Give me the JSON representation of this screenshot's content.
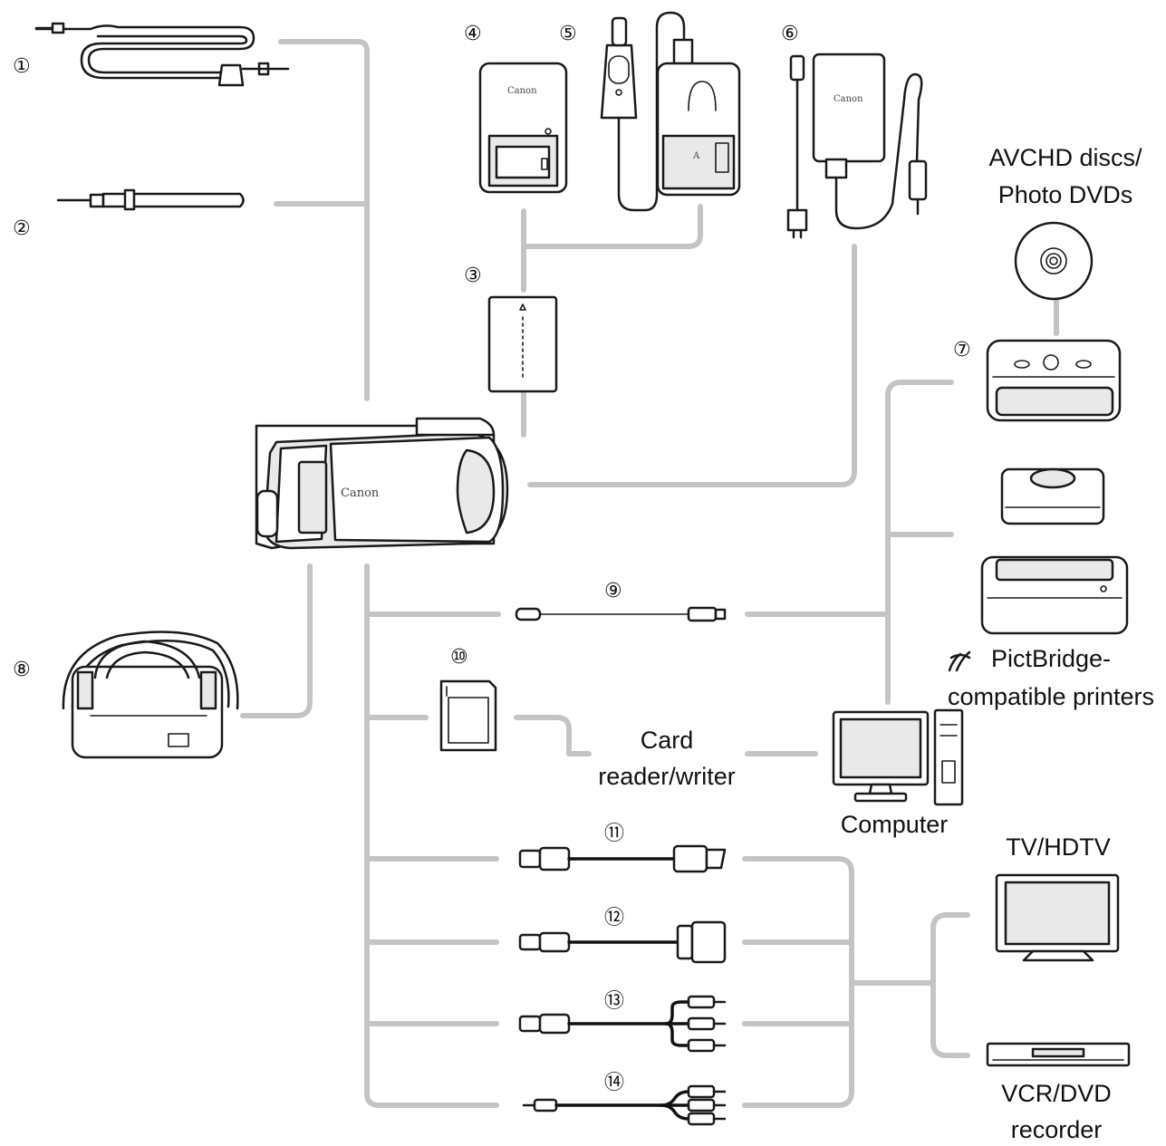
{
  "items": [
    {
      "id": "1",
      "label": "①",
      "name": "shoulder strap"
    },
    {
      "id": "2",
      "label": "②",
      "name": "wrist strap"
    },
    {
      "id": "3",
      "label": "③",
      "name": "battery pack"
    },
    {
      "id": "4",
      "label": "④",
      "name": "battery charger"
    },
    {
      "id": "5",
      "label": "⑤",
      "name": "car battery charger"
    },
    {
      "id": "6",
      "label": "⑥",
      "name": "compact power adapter"
    },
    {
      "id": "7",
      "label": "⑦",
      "name": "dvd burner"
    },
    {
      "id": "8",
      "label": "⑧",
      "name": "soft carrying case"
    },
    {
      "id": "9",
      "label": "⑨",
      "name": "usb cable"
    },
    {
      "id": "10",
      "label": "⑩",
      "name": "memory card"
    },
    {
      "id": "11",
      "label": "⑪",
      "name": "hdmi cable"
    },
    {
      "id": "12",
      "label": "⑫",
      "name": "component cable"
    },
    {
      "id": "13",
      "label": "⑬",
      "name": "stereo video cable"
    },
    {
      "id": "14",
      "label": "⑭",
      "name": "stereo video cable 2"
    }
  ],
  "labels": {
    "avchd_line1": "AVCHD discs/",
    "avchd_line2": "Photo DVDs",
    "pictbridge_line1": "PictBridge-",
    "pictbridge_line2": "compatible printers",
    "card_line1": "Card",
    "card_line2": "reader/writer",
    "computer": "Computer",
    "tv": "TV/HDTV",
    "vcr_line1": "VCR/DVD",
    "vcr_line2": "recorder"
  },
  "brand": "Canon",
  "connector_color": "#c4c4c4",
  "line_color": "#1a1a1a"
}
